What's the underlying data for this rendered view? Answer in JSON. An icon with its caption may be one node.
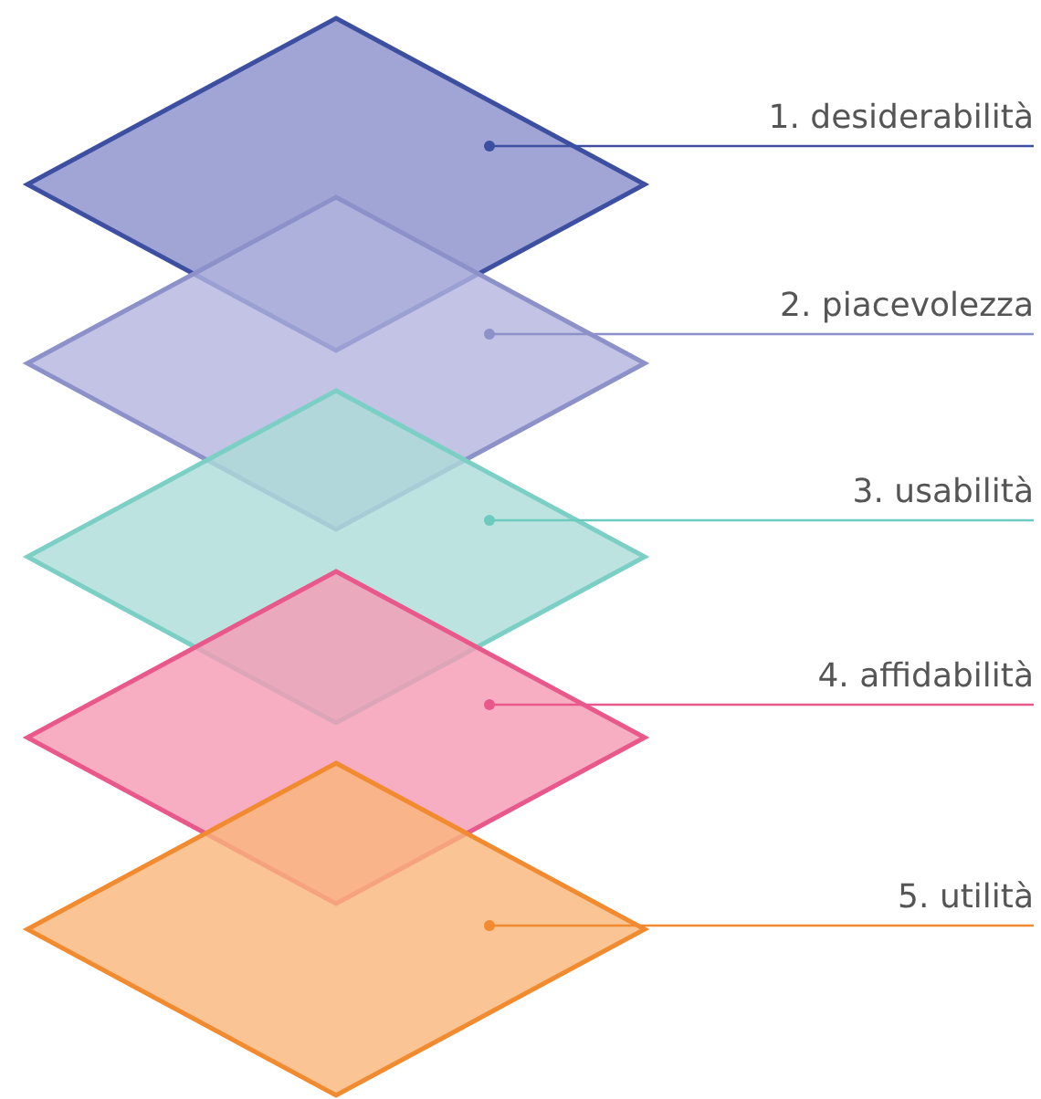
{
  "diagram": {
    "nodes": [
      {
        "text": [
          "1. desiderabilità"
        ]
      },
      {
        "text": [
          "2. piacevolezza"
        ]
      },
      {
        "text": [
          "3. usabilità"
        ]
      },
      {
        "text": [
          "4. affidabilità"
        ]
      },
      {
        "text": [
          "5. utilità"
        ]
      },
      {
        "text": [],
        "shape": "diamond"
      },
      {
        "text": [],
        "shape": "diamond"
      },
      {
        "text": [],
        "shape": "diamond"
      },
      {
        "text": [],
        "shape": "diamond"
      },
      {
        "text": [],
        "shape": "diamond"
      }
    ],
    "edges": [
      {
        "from": 0,
        "to": 5,
        "arrow": "other",
        "color": "#3d4fa0"
      },
      {
        "from": 1,
        "to": 6,
        "arrow": "other",
        "color": "#8d91c9"
      },
      {
        "from": 2,
        "to": 7,
        "arrow": "other",
        "color": "#6ccabf"
      },
      {
        "from": 3,
        "to": 8,
        "arrow": "other",
        "color": "#e8588a"
      },
      {
        "from": 4,
        "to": 9,
        "arrow": "other",
        "color": "#f28a30"
      }
    ]
  }
}
